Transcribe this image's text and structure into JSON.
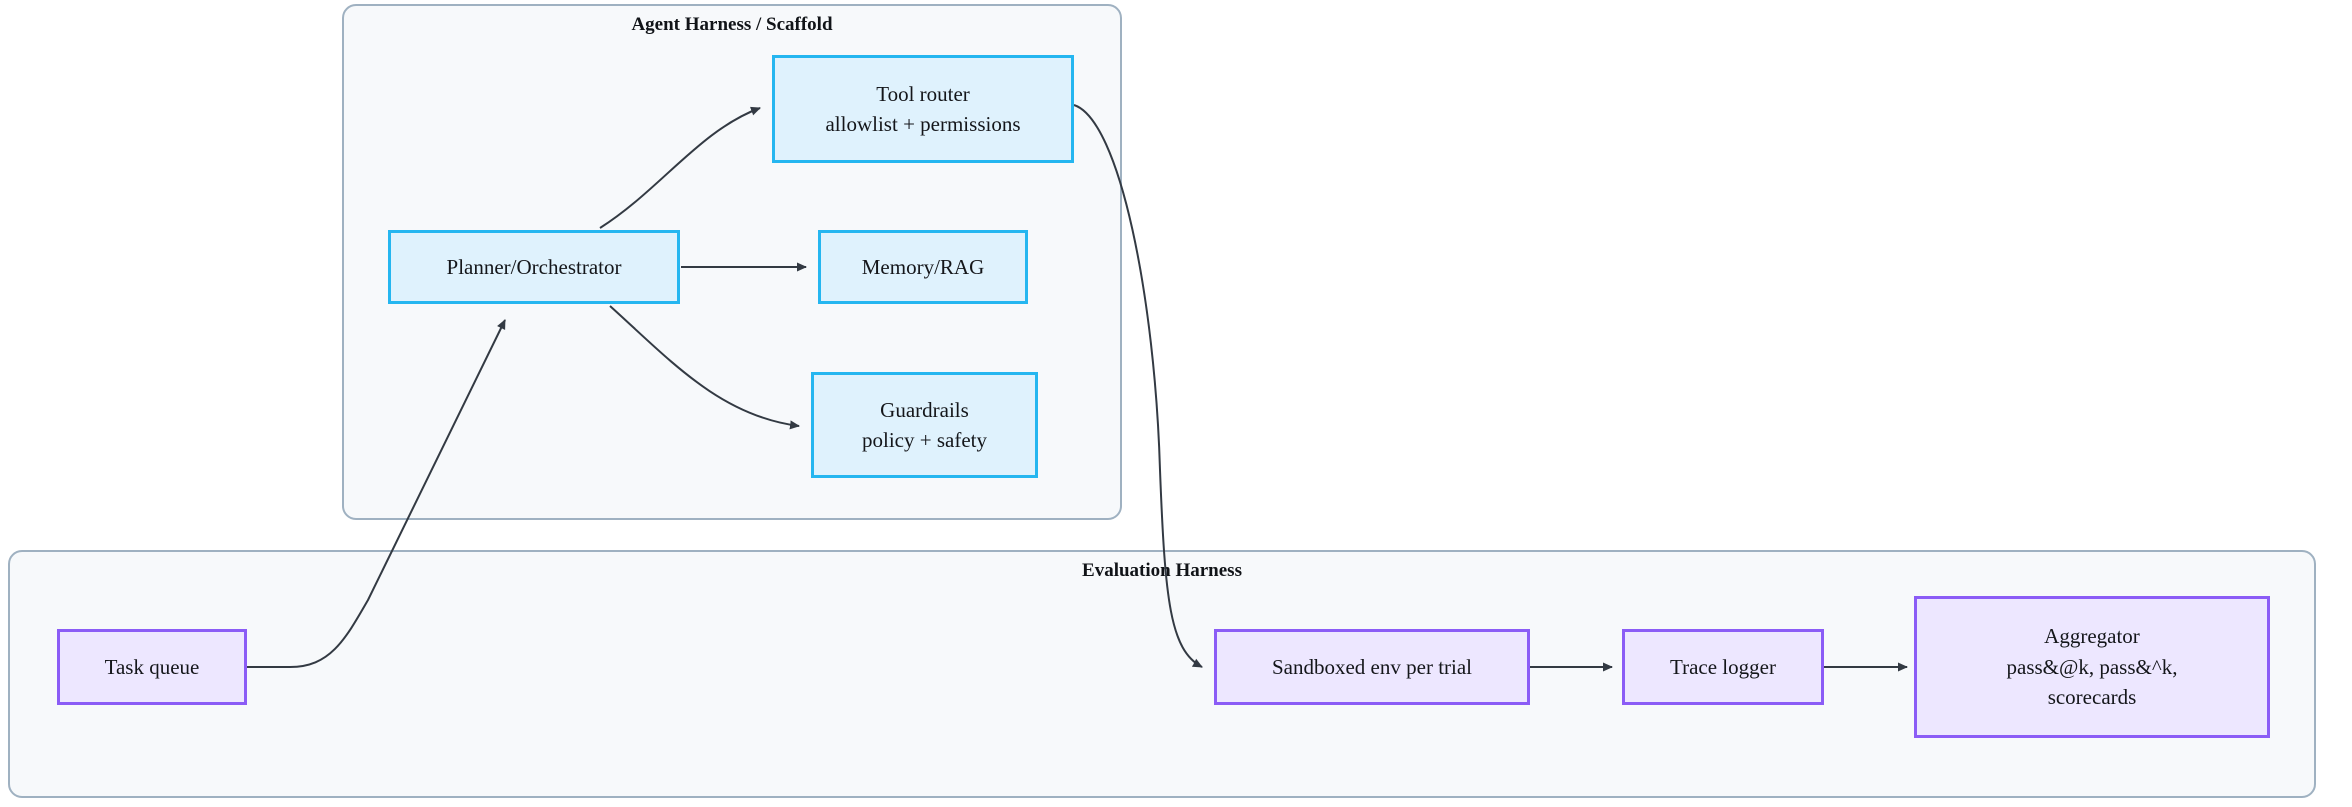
{
  "diagram": {
    "type": "flowchart",
    "title_visible": false,
    "colors": {
      "cluster_fill": "#f7f9fb",
      "cluster_border": "#9fb1c1",
      "blue_node_fill": "#dff2fd",
      "blue_node_border": "#25b6f0",
      "purple_node_fill": "#ede7ff",
      "purple_node_border": "#8b5cf6",
      "edge_stroke": "#333a43",
      "text": "#14161a"
    },
    "clusters": [
      {
        "id": "agent",
        "label": "Agent Harness / Scaffold"
      },
      {
        "id": "eval",
        "label": "Evaluation Harness"
      }
    ],
    "nodes": [
      {
        "id": "planner",
        "lines": [
          "Planner/Orchestrator"
        ],
        "style": "blue"
      },
      {
        "id": "toolrouter",
        "lines": [
          "Tool router",
          "allowlist + permissions"
        ],
        "style": "blue"
      },
      {
        "id": "memory",
        "lines": [
          "Memory/RAG"
        ],
        "style": "blue"
      },
      {
        "id": "guardrails",
        "lines": [
          "Guardrails",
          "policy + safety"
        ],
        "style": "blue"
      },
      {
        "id": "taskqueue",
        "lines": [
          "Task queue"
        ],
        "style": "purple"
      },
      {
        "id": "sandbox",
        "lines": [
          "Sandboxed env per trial"
        ],
        "style": "purple"
      },
      {
        "id": "tracelogger",
        "lines": [
          "Trace logger"
        ],
        "style": "purple"
      },
      {
        "id": "aggregator",
        "lines": [
          "Aggregator",
          "pass&@k, pass&^k,",
          "scorecards"
        ],
        "style": "purple"
      }
    ],
    "edges": [
      {
        "from": "planner",
        "to": "toolrouter",
        "arrow": true
      },
      {
        "from": "planner",
        "to": "memory",
        "arrow": true
      },
      {
        "from": "planner",
        "to": "guardrails",
        "arrow": true
      },
      {
        "from": "toolrouter",
        "to": "sandbox",
        "arrow": true
      },
      {
        "from": "taskqueue",
        "to": "planner",
        "arrow": true
      },
      {
        "from": "sandbox",
        "to": "tracelogger",
        "arrow": true
      },
      {
        "from": "tracelogger",
        "to": "aggregator",
        "arrow": true
      }
    ]
  }
}
